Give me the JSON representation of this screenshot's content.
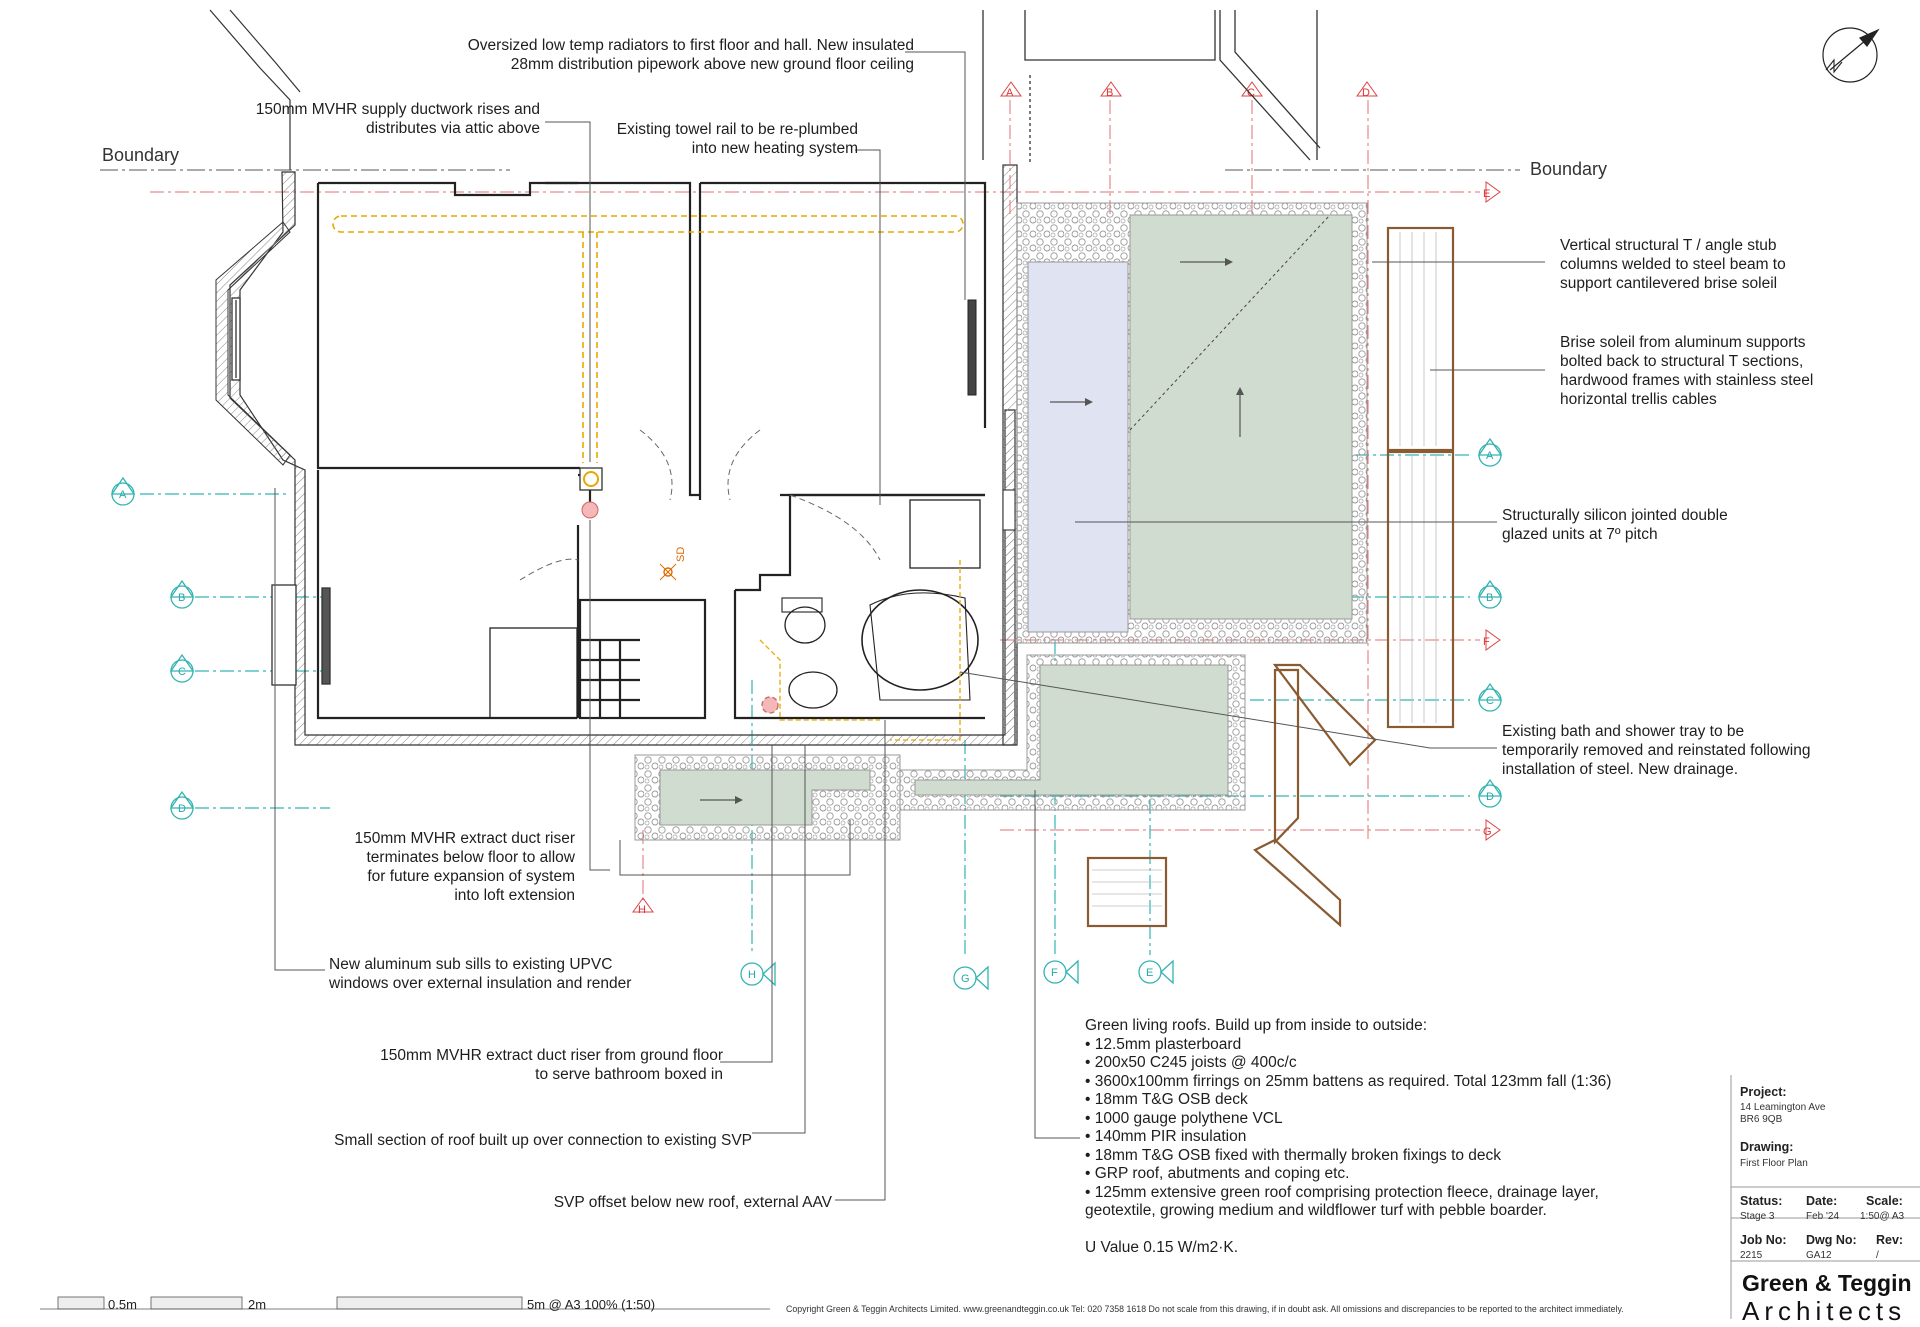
{
  "boundary_labels": [
    "Boundary",
    "Boundary"
  ],
  "notes": {
    "radiators": [
      "Oversized low temp radiators to first floor and hall. New insulated",
      "28mm distribution pipework above new ground floor ceiling"
    ],
    "mvhr_supply": [
      "150mm MVHR supply ductwork rises and",
      "distributes via attic above"
    ],
    "towel_rail": [
      "Existing towel rail to be re-plumbed",
      "into new heating system"
    ],
    "stub_columns": [
      "Vertical structural T / angle stub",
      "columns welded to steel beam to",
      "support cantilevered brise soleil"
    ],
    "brise_soleil": [
      "Brise soleil from aluminum supports",
      "bolted back to structural T sections,",
      "hardwood frames with stainless steel",
      "horizontal trellis cables"
    ],
    "glazed_units": [
      "Structurally silicon jointed double",
      "glazed units at 7º pitch"
    ],
    "bath": [
      "Existing bath and shower tray to be",
      "temporarily removed and reinstated following",
      "installation of steel.  New drainage."
    ],
    "mvhr_extract_riser": [
      "150mm MVHR extract duct riser",
      "terminates below floor to allow",
      "for future expansion of system",
      "into loft extension"
    ],
    "sub_sills": [
      "New aluminum sub sills to existing UPVC",
      "windows over external insulation and render"
    ],
    "mvhr_extract_ground": [
      "150mm MVHR extract duct riser from ground floor",
      "to serve bathroom boxed in"
    ],
    "roof_section": [
      "Small section of roof built up over connection to existing SVP"
    ],
    "svp": [
      "SVP offset below new roof, external AAV"
    ]
  },
  "spec": {
    "title": "Green living roofs.  Build up from inside to outside:",
    "items": [
      "• 12.5mm plasterboard",
      "• 200x50 C245 joists @ 400c/c",
      "• 3600x100mm firrings on 25mm battens as required. Total 123mm fall (1:36)",
      "• 18mm T&G OSB deck",
      "• 1000 gauge polythene VCL",
      "• 140mm PIR insulation",
      "• 18mm T&G OSB fixed with thermally broken fixings to deck",
      "• GRP roof, abutments and coping etc.",
      "• 125mm extensive green roof comprising protection fleece, drainage layer,",
      "geotextile, growing medium and wildflower turf with pebble boarder."
    ],
    "u_value": "U Value 0.15 W/m2·K."
  },
  "plan_labels": {
    "smoke_detector": "SD",
    "grid_red": [
      "A",
      "B",
      "C",
      "D",
      "E",
      "F",
      "G",
      "H"
    ],
    "grid_teal": [
      "A",
      "B",
      "C",
      "D",
      "E",
      "F",
      "G",
      "H"
    ]
  },
  "title_block": {
    "project_label": "Project:",
    "project_value": [
      "14 Leamington Ave",
      "BR6 9QB"
    ],
    "drawing_label": "Drawing:",
    "drawing_value": "First Floor Plan",
    "status_label": "Status:",
    "status_value": "Stage 3",
    "date_label": "Date:",
    "date_value": "Feb '24",
    "scale_label": "Scale:",
    "scale_value": "1:50@ A3",
    "job_label": "Job No:",
    "job_value": "2215",
    "dwg_label": "Dwg No:",
    "dwg_value": "GA12",
    "rev_label": "Rev:",
    "rev_value": "/",
    "brand_line1": "Green & Teggin",
    "brand_line2": "Architects"
  },
  "scale_bar": [
    "0.5m",
    "2m",
    "5m @ A3 100% (1:50)"
  ],
  "copyright": "Copyright Green & Teggin Architects Limited.  www.greenandteggin.co.uk  Tel: 020 7358 1618  Do not scale from this drawing, if in doubt ask.  All omissions and discrepancies to be reported to the architect immediately.",
  "colors": {
    "wall": "#333333",
    "green_roof": "#cfdccf",
    "glazing": "#dfe3f2",
    "grid_red": "#dd4444",
    "grid_teal": "#22aaaa",
    "duct": "#e8a800",
    "timber": "#9c6a3c"
  }
}
